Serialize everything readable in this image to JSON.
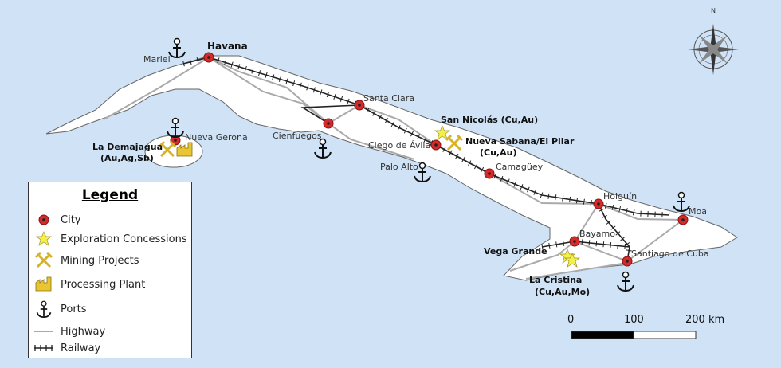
{
  "colors": {
    "sea": "#cfe2f6",
    "land": "#ffffff",
    "city": "#d42a2a",
    "mine": "#e8c531",
    "highway": "#a9a9a9",
    "railway": "#222222"
  },
  "compass": {
    "north": "N"
  },
  "cities": [
    {
      "name": "Havana",
      "bold": true
    },
    {
      "name": "Mariel"
    },
    {
      "name": "Nueva Gerona"
    },
    {
      "name": "Cienfuegos"
    },
    {
      "name": "Santa Clara"
    },
    {
      "name": "Ciego de Ávila"
    },
    {
      "name": "Palo Alto"
    },
    {
      "name": "Camagüey"
    },
    {
      "name": "Holguín"
    },
    {
      "name": "Moa"
    },
    {
      "name": "Bayamo"
    },
    {
      "name": "Santiago de Cuba"
    }
  ],
  "sites": [
    {
      "line1": "La Demajagua",
      "line2": "(Au,Ag,Sb)"
    },
    {
      "line1": "San Nicolás (Cu,Au)"
    },
    {
      "line1": "Nueva Sabana/El Pilar",
      "line2": "(Cu,Au)"
    },
    {
      "line1": "Vega Grande"
    },
    {
      "line1": "La Cristina",
      "line2": "(Cu,Au,Mo)"
    }
  ],
  "legend": {
    "title": "Legend",
    "items": [
      {
        "icon": "city-icon",
        "label": "City"
      },
      {
        "icon": "star-icon",
        "label": "Exploration Concessions"
      },
      {
        "icon": "pickaxe-icon",
        "label": "Mining Projects"
      },
      {
        "icon": "factory-icon",
        "label": "Processing Plant"
      },
      {
        "icon": "anchor-icon",
        "label": "Ports"
      },
      {
        "icon": "highway-line-icon",
        "label": "Highway"
      },
      {
        "icon": "railway-line-icon",
        "label": "Railway"
      }
    ]
  },
  "scale": {
    "labels": [
      "0",
      "100",
      "200 km"
    ]
  }
}
